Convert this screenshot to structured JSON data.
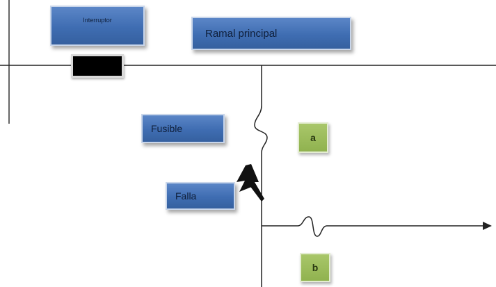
{
  "labels": {
    "interruptor": "Interruptor",
    "ramal": "Ramal principal",
    "fusible": "Fusible",
    "falla": "Falla",
    "a": "a",
    "b": "b"
  },
  "colors": {
    "box_blue": "#3f6db2",
    "box_green": "#90b24f",
    "wire": "#222222"
  },
  "icons": [
    "lightning-bolt-icon",
    "arrow-right-icon"
  ]
}
